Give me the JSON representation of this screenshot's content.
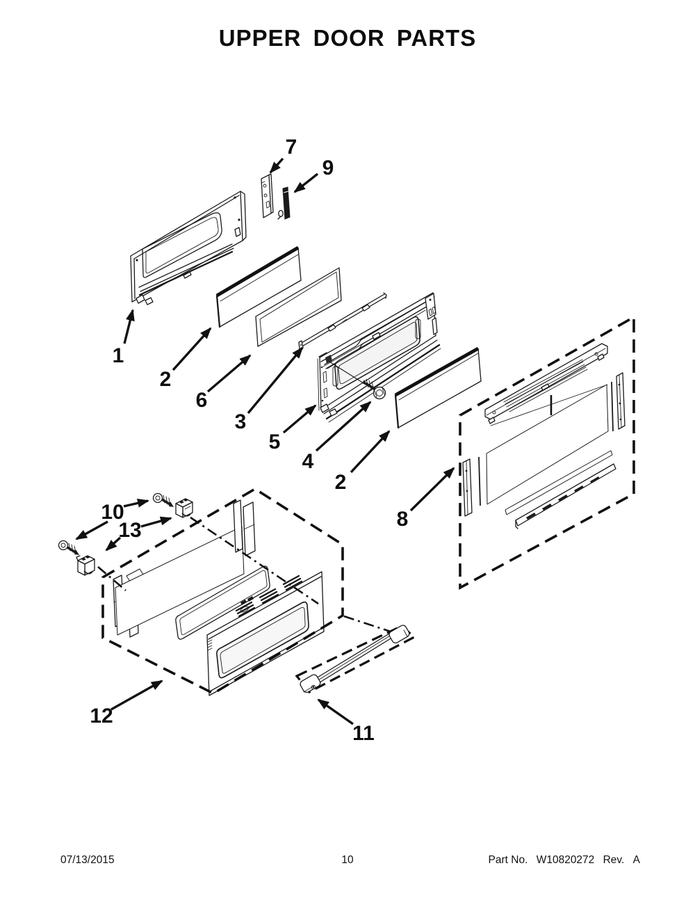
{
  "header": {
    "title": "UPPER DOOR PARTS"
  },
  "diagram": {
    "callouts": [
      {
        "label": "1"
      },
      {
        "label": "2"
      },
      {
        "label": "6"
      },
      {
        "label": "3"
      },
      {
        "label": "5"
      },
      {
        "label": "4"
      },
      {
        "label": "2"
      },
      {
        "label": "7"
      },
      {
        "label": "9"
      },
      {
        "label": "8"
      },
      {
        "label": "10"
      },
      {
        "label": "13"
      },
      {
        "label": "12"
      },
      {
        "label": "11"
      }
    ]
  },
  "footer": {
    "date": "07/13/2015",
    "page_number": "10",
    "part_no_label": "Part No.",
    "part_number": "W10820272",
    "rev_label": "Rev.",
    "rev_value": "A"
  }
}
